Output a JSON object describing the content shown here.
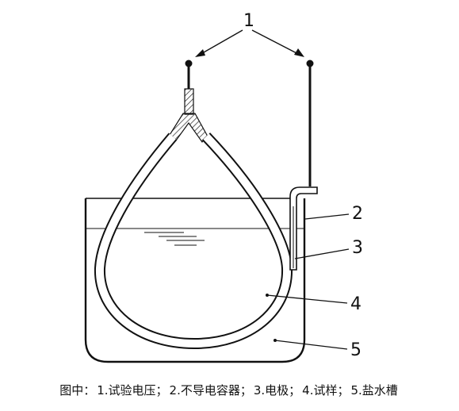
{
  "labels": {
    "voltage": "1",
    "container": "2",
    "electrode": "3",
    "sample": "4",
    "saltwater": "5"
  },
  "caption": {
    "prefix": "图中：",
    "items": [
      "1.试验电压；",
      "2.不导电容器；",
      "3.电极；",
      "4.试样；",
      "5.盐水槽"
    ]
  }
}
